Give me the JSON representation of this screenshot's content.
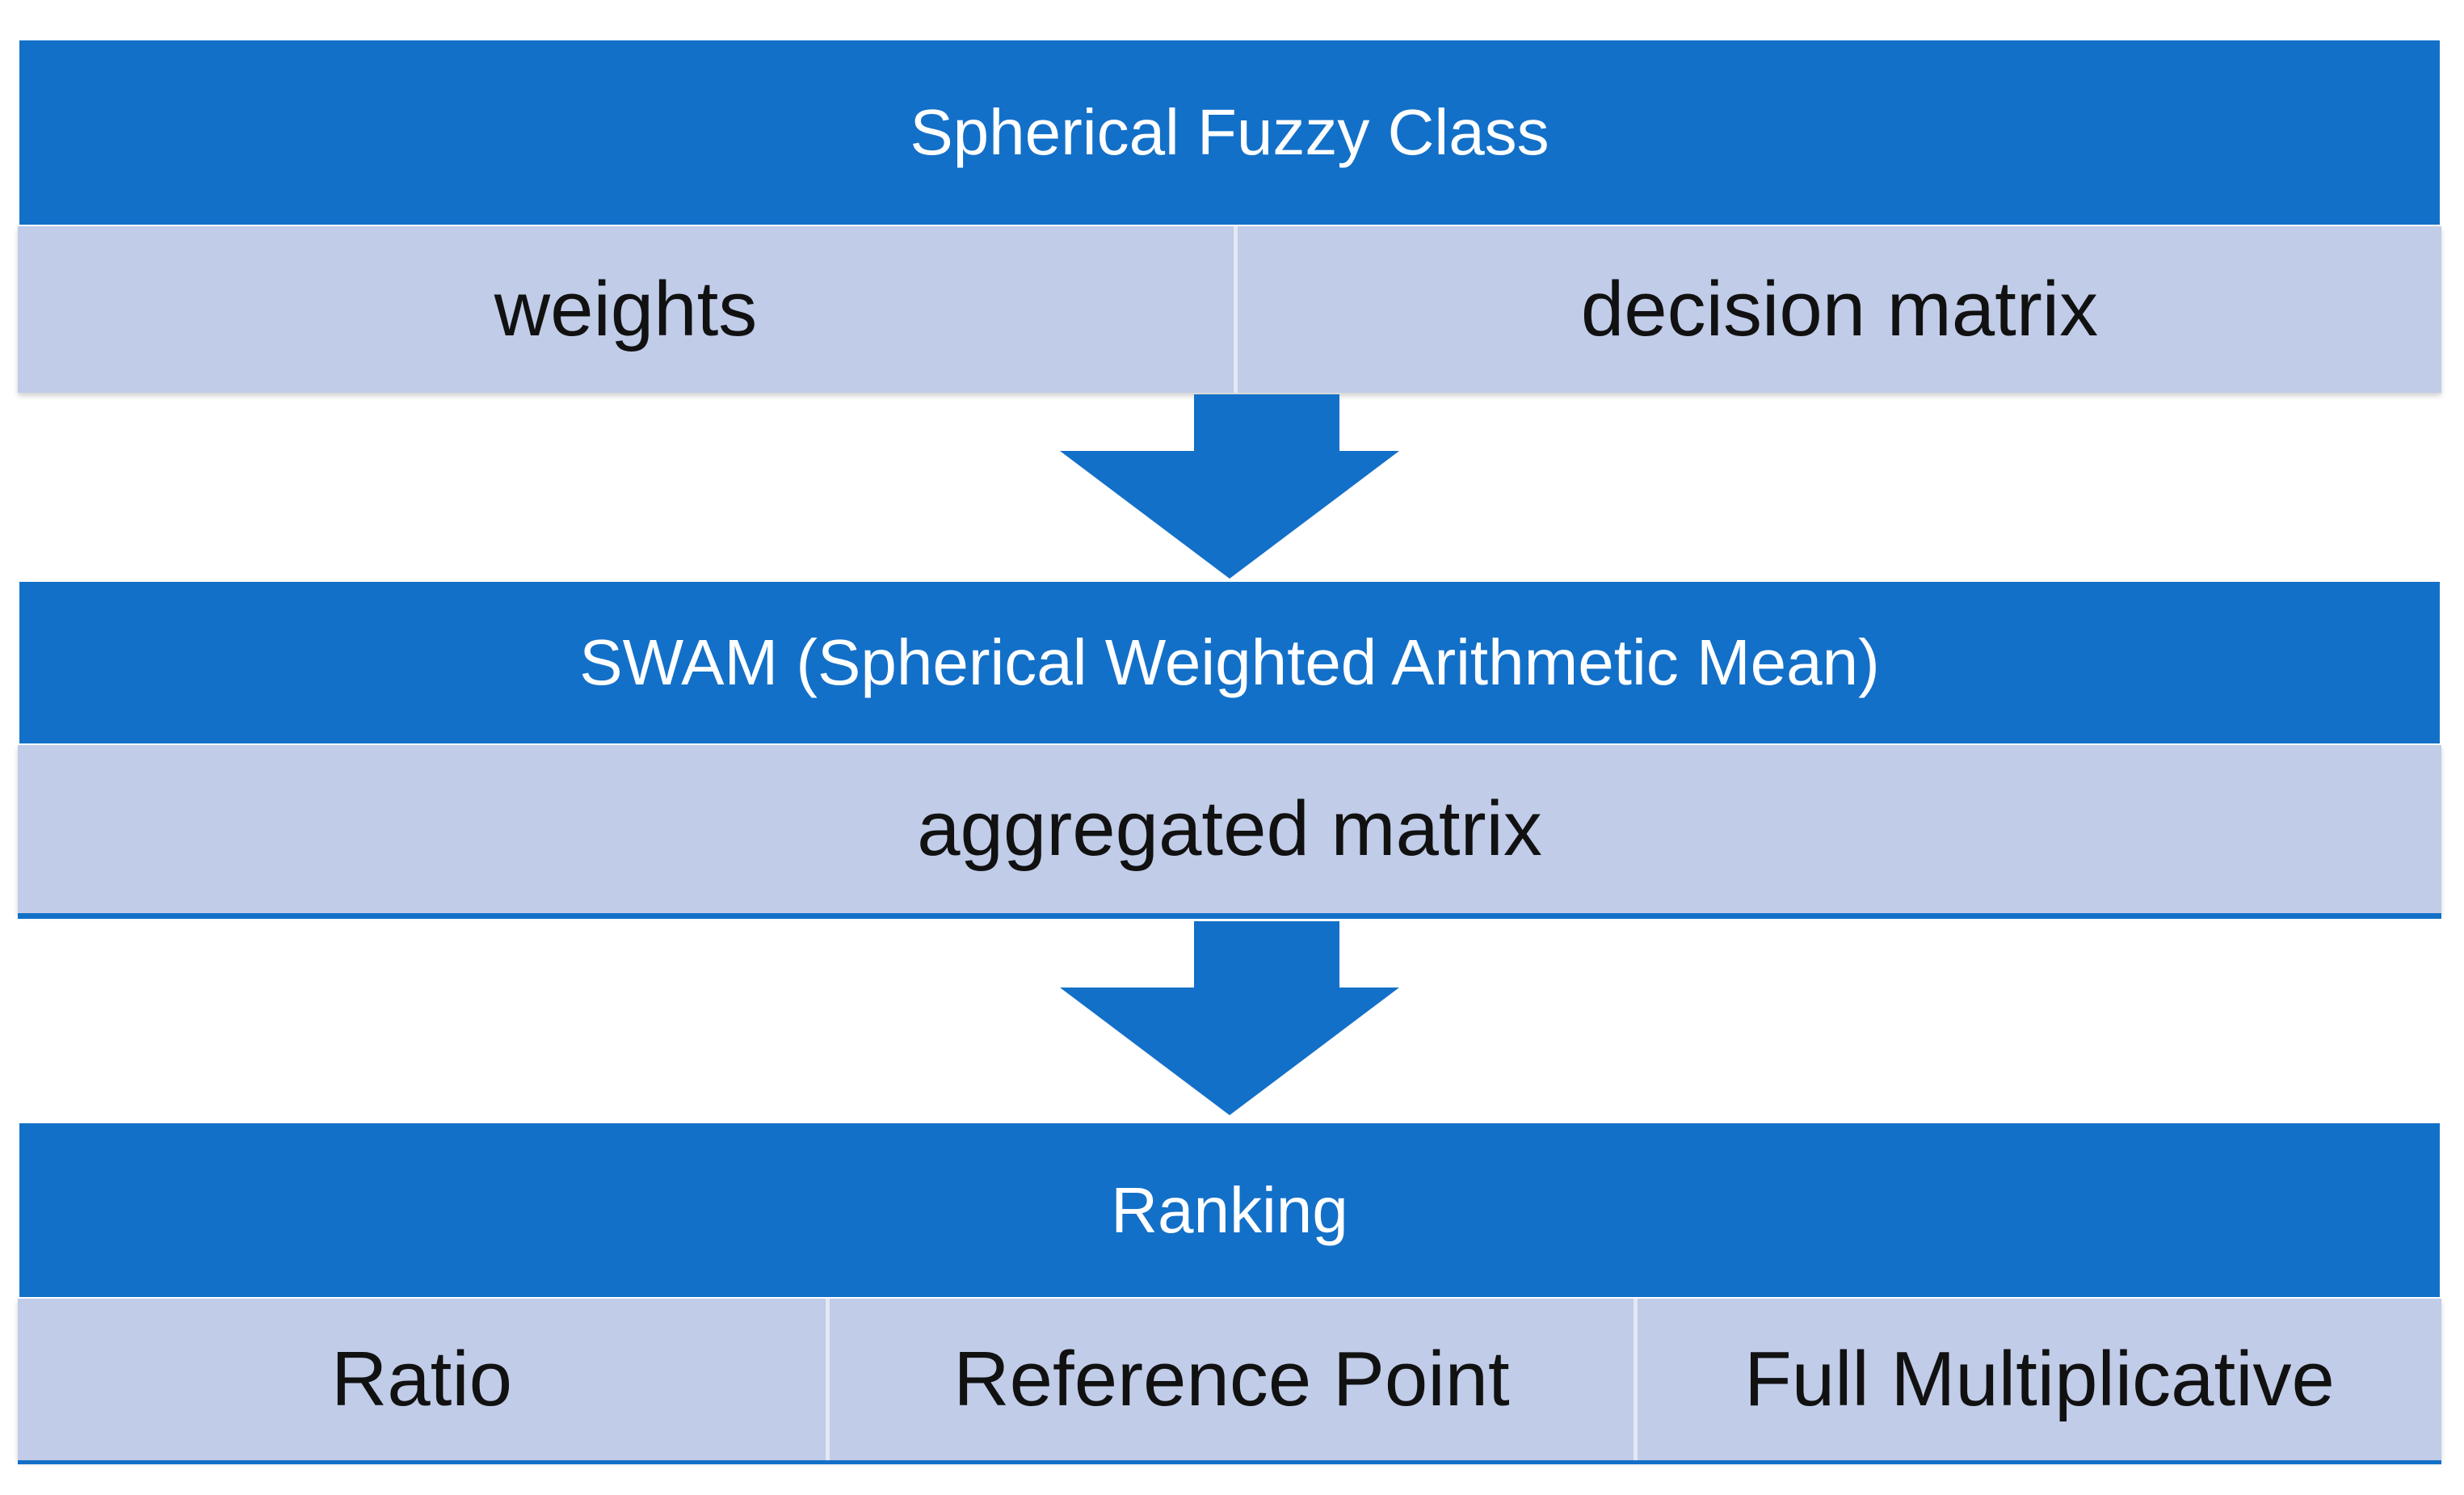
{
  "stage1": {
    "header": "Spherical Fuzzy Class",
    "cells": [
      "weights",
      "decision matrix"
    ]
  },
  "stage2": {
    "header": "SWAM (Spherical Weighted Arithmetic Mean)",
    "cells": [
      "aggregated matrix"
    ]
  },
  "stage3": {
    "header": "Ranking",
    "cells": [
      "Ratio",
      "Reference Point",
      "Full Multiplicative"
    ]
  },
  "colors": {
    "header_blue": "#1370c8",
    "cell_light": "#c0cce8"
  }
}
